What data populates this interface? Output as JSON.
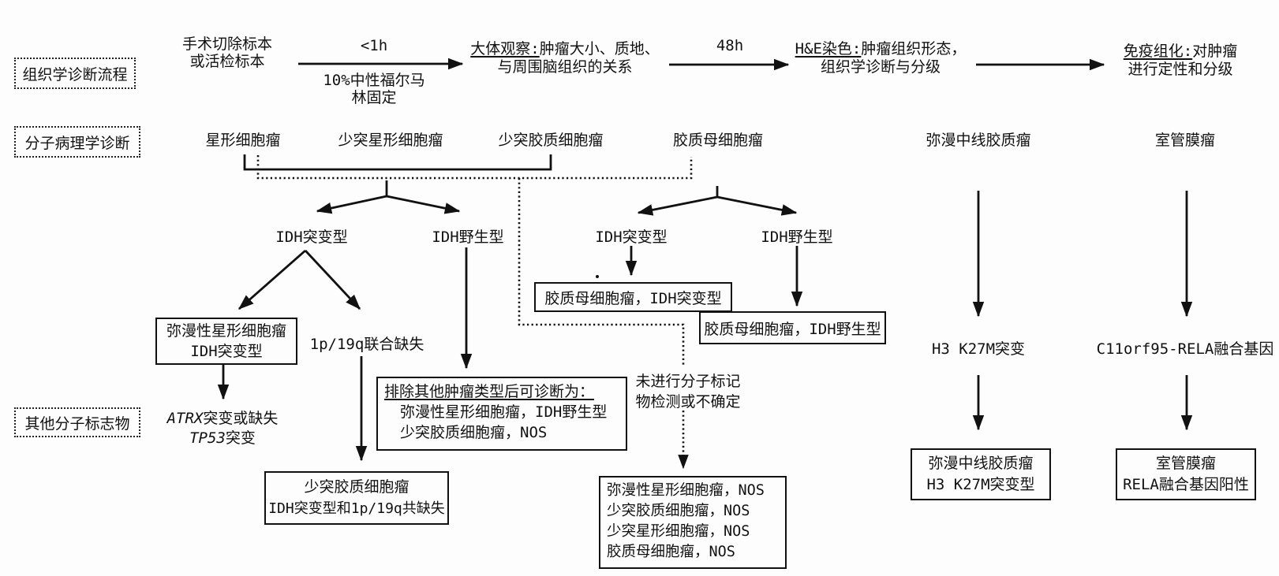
{
  "stage_labels": {
    "histology": "组织学诊断流程",
    "molecular": "分子病理学诊断",
    "other_markers": "其他分子标志物"
  },
  "process": {
    "specimen": {
      "line1": "手术切除标本",
      "line2": "或活检标本"
    },
    "fix_time": "<1h",
    "fixative": {
      "line1": "10%中性福尔马",
      "line2": "林固定"
    },
    "gross": {
      "head": "大体观察:",
      "tail": "肿瘤大小、质地、",
      "line2": "与周围脑组织的关系"
    },
    "stain_time": "48h",
    "he": {
      "head": "H&E染色:",
      "tail": "肿瘤组织形态，",
      "line2": "组织学诊断与分级"
    },
    "ihc": {
      "head": "免疫组化:",
      "tail": "对肿瘤",
      "line2": "进行定性和分级"
    }
  },
  "tumors": {
    "astrocytoma": "星形细胞瘤",
    "oligoastrocytoma": "少突星形细胞瘤",
    "oligodendroglioma": "少突胶质细胞瘤",
    "glioblastoma": "胶质母细胞瘤",
    "diffuse_midline_glioma": "弥漫中线胶质瘤",
    "ependymoma": "室管膜瘤"
  },
  "idh": {
    "mutant_left": "IDH突变型",
    "wildtype_left": "IDH野生型",
    "mutant_right": "IDH突变型",
    "wildtype_right": "IDH野生型"
  },
  "diagnoses": {
    "diffuse_astro": {
      "line1": "弥漫性星形细胞瘤",
      "line2": "IDH突变型"
    },
    "codeletion": "1p/19q联合缺失",
    "atrx": {
      "gene": "ATRX",
      "tail": "突变或缺失"
    },
    "tp53": {
      "gene": "TP53",
      "tail": "突变"
    },
    "exclude": {
      "head": "排除其他肿瘤类型后可诊断为：",
      "line1": "弥漫性星形细胞瘤，IDH野生型",
      "line2": "少突胶质细胞瘤，NOS"
    },
    "oligo": {
      "line1": "少突胶质细胞瘤",
      "line2": "IDH突变型和1p/19q共缺失"
    },
    "gbm_mut": "胶质母细胞瘤，IDH突变型",
    "gbm_wt": "胶质母细胞瘤，IDH野生型",
    "not_tested": {
      "line1": "未进行分子标记",
      "line2": "物检测或不确定"
    },
    "nos": [
      "弥漫性星形细胞瘤，NOS",
      "少突胶质细胞瘤，NOS",
      "少突星形细胞瘤，NOS",
      "胶质母细胞瘤，NOS"
    ],
    "h3k27m": "H3 K27M突变",
    "midline_box": {
      "line1": "弥漫中线胶质瘤",
      "line2": "H3 K27M突变型"
    },
    "rela": "C11orf95-RELA融合基因",
    "ependymoma_box": {
      "line1": "室管膜瘤",
      "line2": "RELA融合基因阳性"
    }
  }
}
